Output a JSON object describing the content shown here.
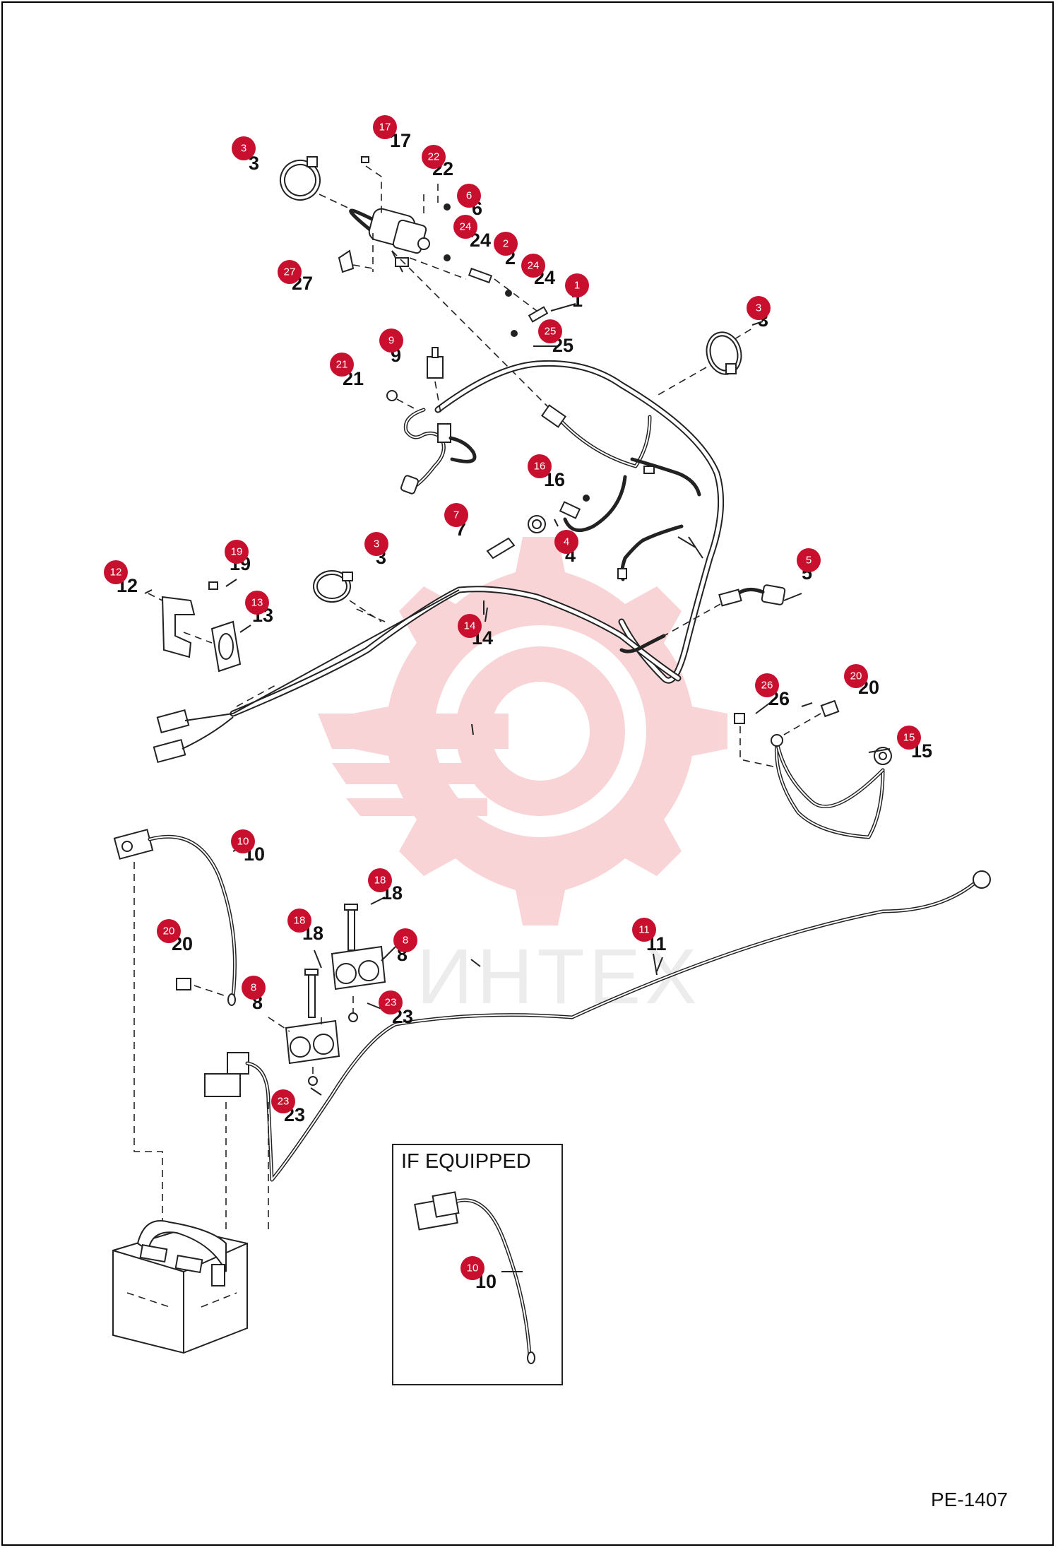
{
  "reference_code": "PE-1407",
  "inset_title": "IF EQUIPPED",
  "watermark": "ИНТЕХ",
  "part_labels": [
    {
      "id": "p1",
      "text": "1"
    },
    {
      "id": "p2",
      "text": "2"
    },
    {
      "id": "p3a",
      "text": "3"
    },
    {
      "id": "p3b",
      "text": "3"
    },
    {
      "id": "p3c",
      "text": "3"
    },
    {
      "id": "p4",
      "text": "4"
    },
    {
      "id": "p5",
      "text": "5"
    },
    {
      "id": "p6",
      "text": "6"
    },
    {
      "id": "p7",
      "text": "7"
    },
    {
      "id": "p8a",
      "text": "8"
    },
    {
      "id": "p8b",
      "text": "8"
    },
    {
      "id": "p9",
      "text": "9"
    },
    {
      "id": "p10a",
      "text": "10"
    },
    {
      "id": "p10b",
      "text": "10"
    },
    {
      "id": "p11",
      "text": "11"
    },
    {
      "id": "p12",
      "text": "12"
    },
    {
      "id": "p13",
      "text": "13"
    },
    {
      "id": "p14",
      "text": "14"
    },
    {
      "id": "p15",
      "text": "15"
    },
    {
      "id": "p16",
      "text": "16"
    },
    {
      "id": "p17",
      "text": "17"
    },
    {
      "id": "p18a",
      "text": "18"
    },
    {
      "id": "p18b",
      "text": "18"
    },
    {
      "id": "p19",
      "text": "19"
    },
    {
      "id": "p20a",
      "text": "20"
    },
    {
      "id": "p20b",
      "text": "20"
    },
    {
      "id": "p21",
      "text": "21"
    },
    {
      "id": "p22",
      "text": "22"
    },
    {
      "id": "p23a",
      "text": "23"
    },
    {
      "id": "p23b",
      "text": "23"
    },
    {
      "id": "p24a",
      "text": "24"
    },
    {
      "id": "p24b",
      "text": "24"
    },
    {
      "id": "p25",
      "text": "25"
    },
    {
      "id": "p26",
      "text": "26"
    },
    {
      "id": "p27",
      "text": "27"
    }
  ],
  "badges": [
    {
      "id": "b17",
      "text": "17"
    },
    {
      "id": "b3a",
      "text": "3"
    },
    {
      "id": "b22",
      "text": "22"
    },
    {
      "id": "b6",
      "text": "6"
    },
    {
      "id": "b24a",
      "text": "24"
    },
    {
      "id": "b2",
      "text": "2"
    },
    {
      "id": "b24b",
      "text": "24"
    },
    {
      "id": "b27",
      "text": "27"
    },
    {
      "id": "b1",
      "text": "1"
    },
    {
      "id": "b25",
      "text": "25"
    },
    {
      "id": "b3b",
      "text": "3"
    },
    {
      "id": "b9",
      "text": "9"
    },
    {
      "id": "b21",
      "text": "21"
    },
    {
      "id": "b16",
      "text": "16"
    },
    {
      "id": "b7",
      "text": "7"
    },
    {
      "id": "b4",
      "text": "4"
    },
    {
      "id": "b3c",
      "text": "3"
    },
    {
      "id": "b19",
      "text": "19"
    },
    {
      "id": "b12",
      "text": "12"
    },
    {
      "id": "b13",
      "text": "13"
    },
    {
      "id": "b5",
      "text": "5"
    },
    {
      "id": "b14",
      "text": "14"
    },
    {
      "id": "b26",
      "text": "26"
    },
    {
      "id": "b20a",
      "text": "20"
    },
    {
      "id": "b15",
      "text": "15"
    },
    {
      "id": "b10a",
      "text": "10"
    },
    {
      "id": "b18a",
      "text": "18"
    },
    {
      "id": "b18b",
      "text": "18"
    },
    {
      "id": "b20b",
      "text": "20"
    },
    {
      "id": "b8a",
      "text": "8"
    },
    {
      "id": "b11",
      "text": "11"
    },
    {
      "id": "b8b",
      "text": "8"
    },
    {
      "id": "b23a",
      "text": "23"
    },
    {
      "id": "b23b",
      "text": "23"
    },
    {
      "id": "b10b",
      "text": "10"
    }
  ],
  "colors": {
    "badge": "#c8102e",
    "line": "#222222",
    "watermark": "#f7c9cc"
  }
}
